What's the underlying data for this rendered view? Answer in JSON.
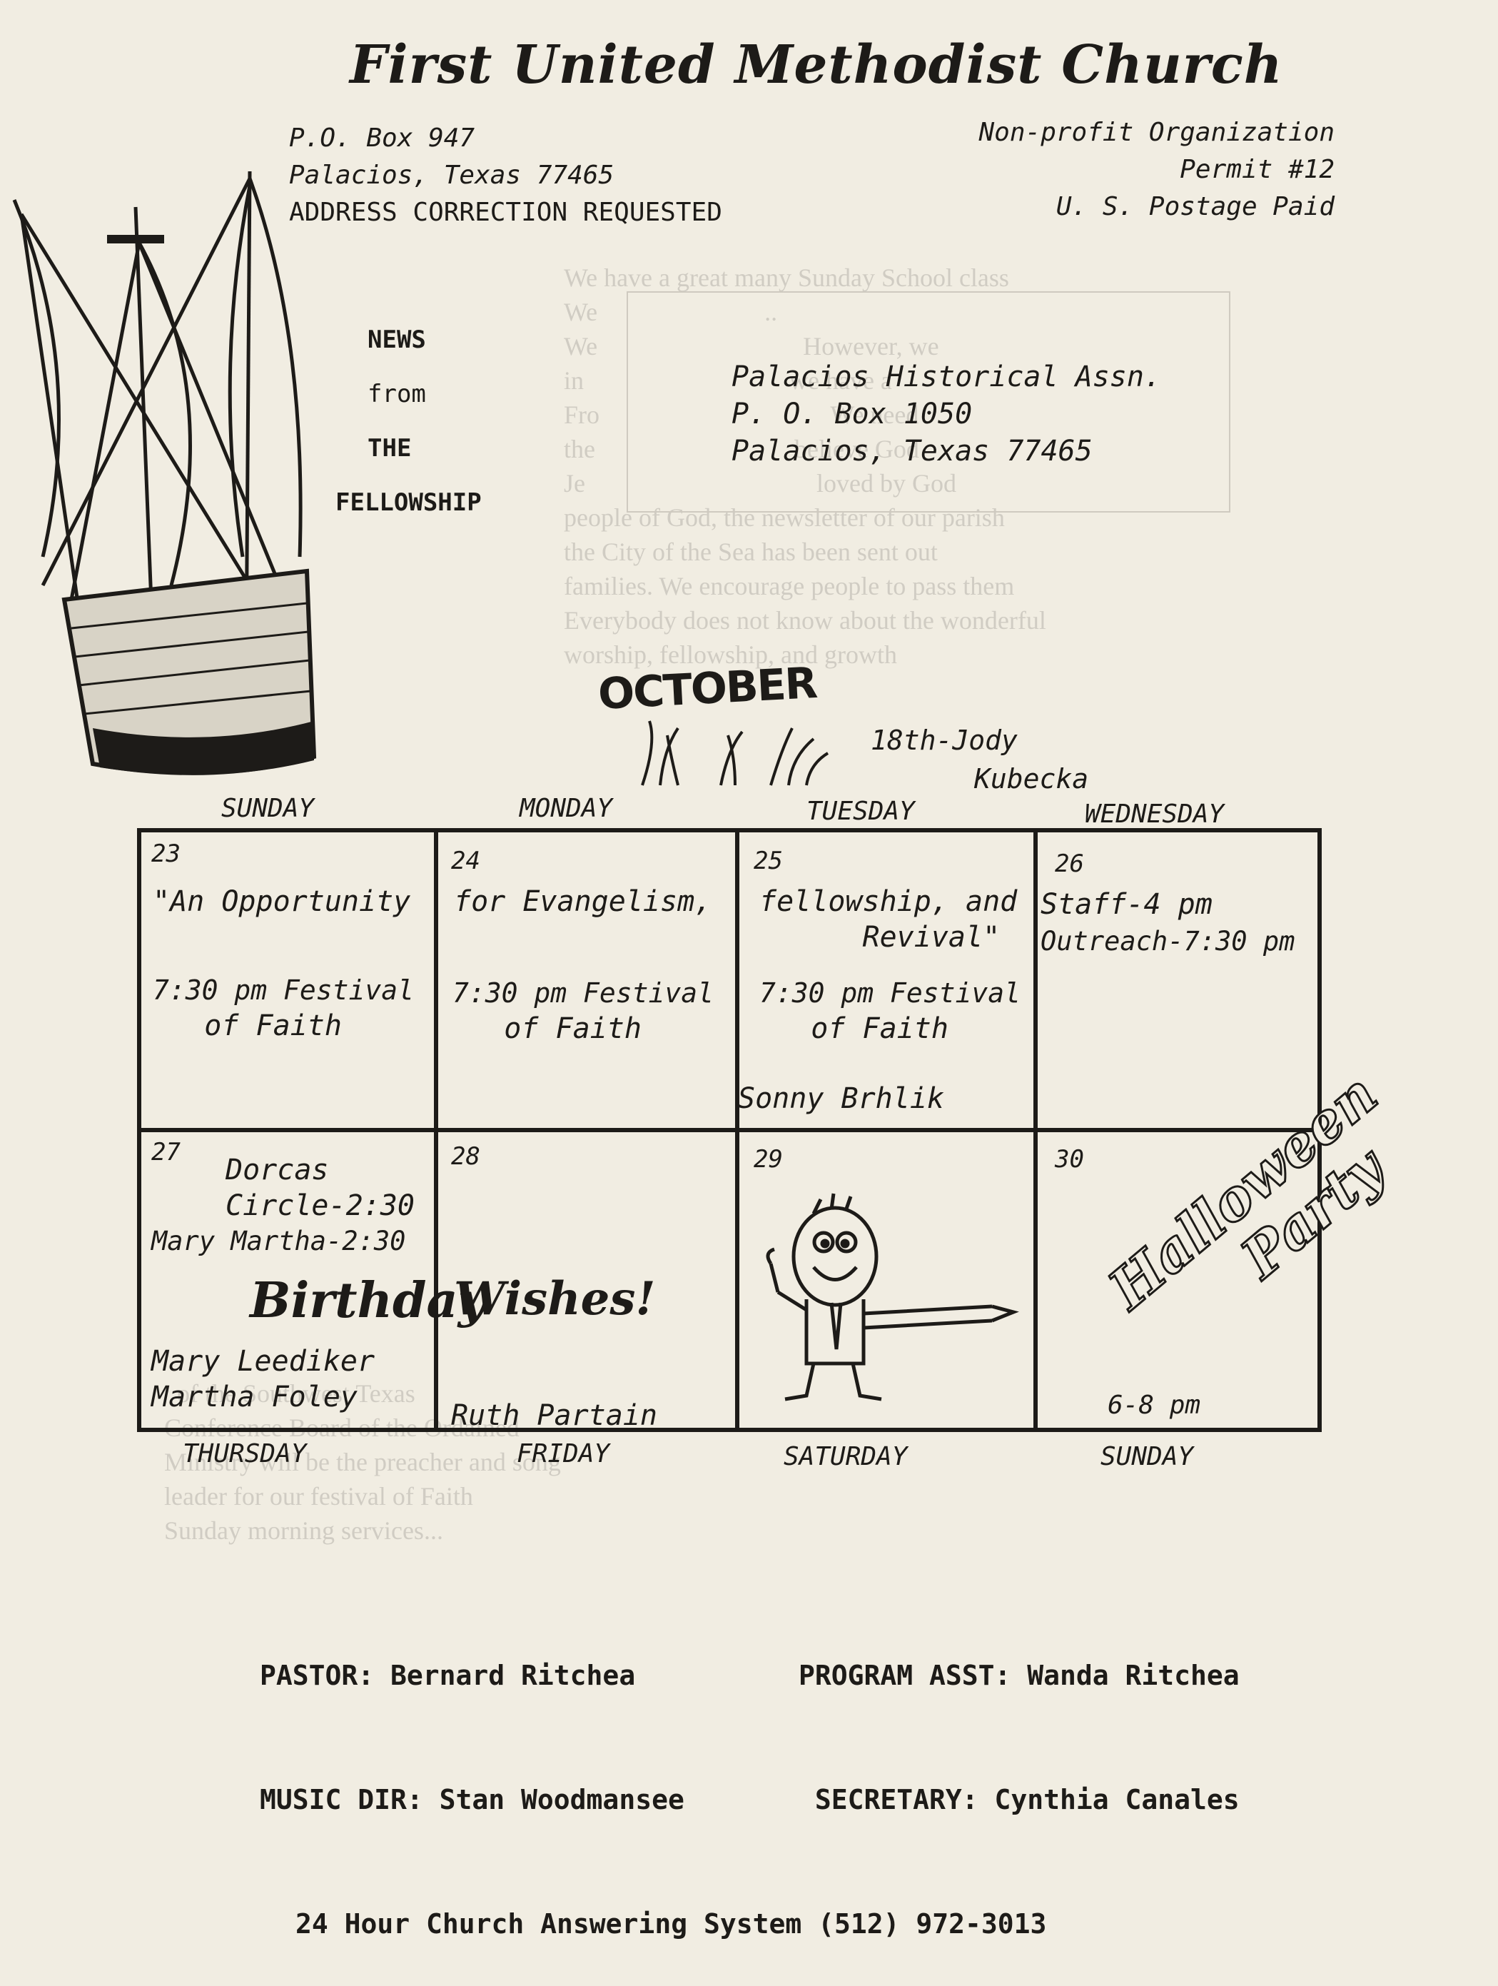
{
  "header": {
    "title": "First United Methodist Church",
    "address": [
      "P.O. Box 947",
      "Palacios, Texas 77465",
      "ADDRESS CORRECTION REQUESTED"
    ],
    "permit": [
      "Non-profit Organization",
      "Permit #12",
      "U. S. Postage Paid"
    ],
    "news_label": [
      "NEWS",
      "from",
      "THE",
      "FELLOWSHIP"
    ]
  },
  "mailing_label": [
    "Palacios Historical Assn.",
    "P. O. Box 1050",
    "Palacios, Texas   77465"
  ],
  "calendar": {
    "month": "OCTOBER",
    "note": [
      "18th-Jody",
      "Kubecka"
    ],
    "top_days": [
      "SUNDAY",
      "MONDAY",
      "TUESDAY",
      "WEDNESDAY"
    ],
    "bottom_days": [
      "THURSDAY",
      "FRIDAY",
      "SATURDAY",
      "SUNDAY"
    ],
    "week1": [
      {
        "num": "23",
        "lines": [
          "\"An Opportunity",
          "",
          "7:30 pm Festival",
          "   of Faith"
        ]
      },
      {
        "num": "24",
        "lines": [
          "for Evangelism,",
          "",
          "7:30 pm Festival",
          "   of Faith"
        ]
      },
      {
        "num": "25",
        "lines": [
          "fellowship, and",
          "      Revival\"",
          "7:30 pm Festival",
          "   of Faith"
        ],
        "extra": "Sonny Brhlik"
      },
      {
        "num": "26",
        "lines": [
          "Staff-4 pm",
          "Outreach-7:30 pm"
        ]
      }
    ],
    "week2": [
      {
        "num": "27",
        "lines": [
          "Dorcas",
          "Circle-2:30",
          "Mary Martha-2:30"
        ]
      },
      {
        "num": "28",
        "lines": []
      },
      {
        "num": "29",
        "lines": []
      },
      {
        "num": "30",
        "lines": [
          "6-8 pm"
        ]
      }
    ],
    "birthday_word": "Birthday",
    "wishes_word": "Wishes!",
    "birthday_names": [
      "Mary Leediker",
      "Martha Foley"
    ],
    "friday_name": "Ruth Partain",
    "halloween": [
      "Halloween",
      "Party"
    ]
  },
  "footer": {
    "line1": "PASTOR: Bernard Ritchea          PROGRAM ASST: Wanda Ritchea",
    "line2": "MUSIC DIR: Stan Woodmansee        SECRETARY: Cynthia Canales",
    "line3": "24 Hour Church Answering System (512) 972-3013"
  }
}
